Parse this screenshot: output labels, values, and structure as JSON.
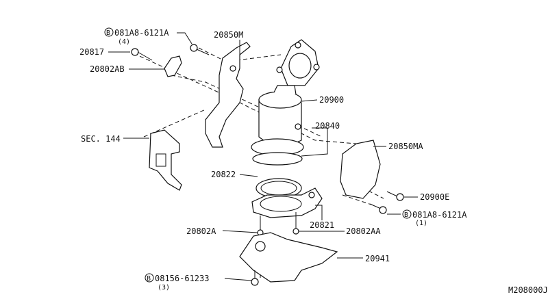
{
  "diagram_id": "M208000J",
  "bolt_marker": "B",
  "labels": {
    "bolt_top": {
      "part": "081A8-6121A",
      "qty": "(4)"
    },
    "p20850M": "20850M",
    "p20817": "20817",
    "p20802AB": "20802AB",
    "p20900": "20900",
    "p20840": "20840",
    "sec144": "SEC. 144",
    "p20850MA": "20850MA",
    "p20822": "20822",
    "p20900E": "20900E",
    "bolt_right": {
      "part": "081A8-6121A",
      "qty": "(1)"
    },
    "p20821": "20821",
    "p20802A": "20802A",
    "p20802AA": "20802AA",
    "p20941": "20941",
    "bolt_bottom": {
      "part": "08156-61233",
      "qty": "(3)"
    }
  }
}
